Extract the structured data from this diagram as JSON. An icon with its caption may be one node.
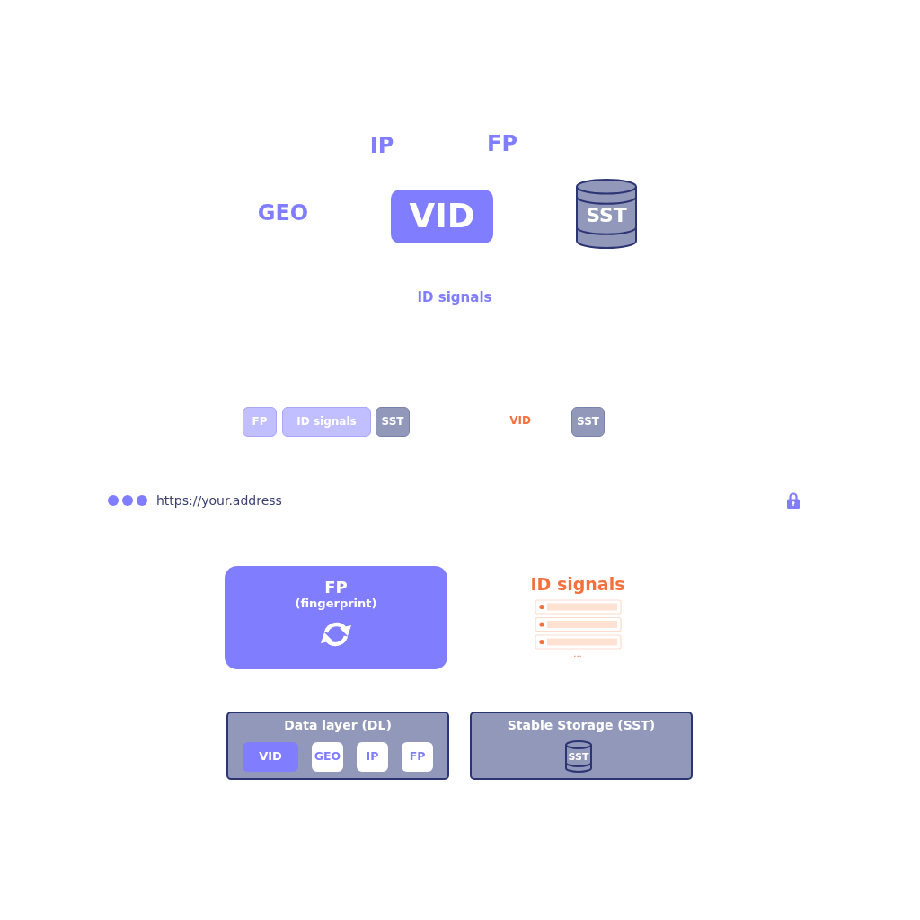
{
  "diagram": {
    "nodes": [
      {
        "text": [
          "VID"
        ]
      },
      {
        "text": [
          "SST"
        ]
      },
      {
        "text": [
          "FP"
        ]
      },
      {
        "text": [
          "ID signals"
        ]
      },
      {
        "text": [
          "SST"
        ]
      },
      {
        "text": [
          "SST"
        ]
      },
      {
        "text": [
          "FP",
          "(fingerprint)"
        ]
      },
      {
        "text": [
          "Data layer (DL)"
        ]
      },
      {
        "text": [
          "VID"
        ],
        "in": 7
      },
      {
        "text": [
          "GEO"
        ],
        "in": 7
      },
      {
        "text": [
          "IP"
        ],
        "in": 7
      },
      {
        "text": [
          "FP"
        ],
        "in": 7
      },
      {
        "text": [
          "Stable Storage (SST)"
        ]
      },
      {
        "text": [
          "SST"
        ],
        "in": 12
      }
    ],
    "labels": [
      "IP",
      "FP",
      "GEO",
      "ID signals",
      "VID",
      "https://your.address",
      "ID signals",
      "..."
    ]
  }
}
